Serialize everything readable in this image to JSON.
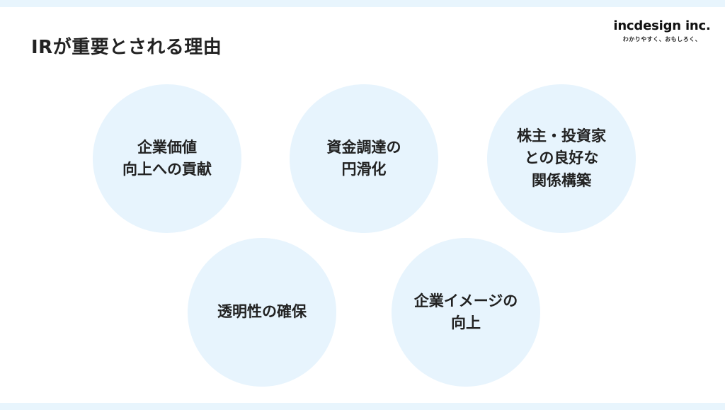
{
  "slide": {
    "title": "IRが重要とされる理由",
    "logo": {
      "name": "incdesign inc.",
      "tagline": "わかりやすく、おもしろく、"
    },
    "accent_color": "#e7f4fd",
    "reasons": [
      {
        "label": "企業価値\n向上への貢献"
      },
      {
        "label": "資金調達の\n円滑化"
      },
      {
        "label": "株主・投資家\nとの良好な\n関係構築"
      },
      {
        "label": "透明性の確保"
      },
      {
        "label": "企業イメージの\n向上"
      }
    ]
  }
}
